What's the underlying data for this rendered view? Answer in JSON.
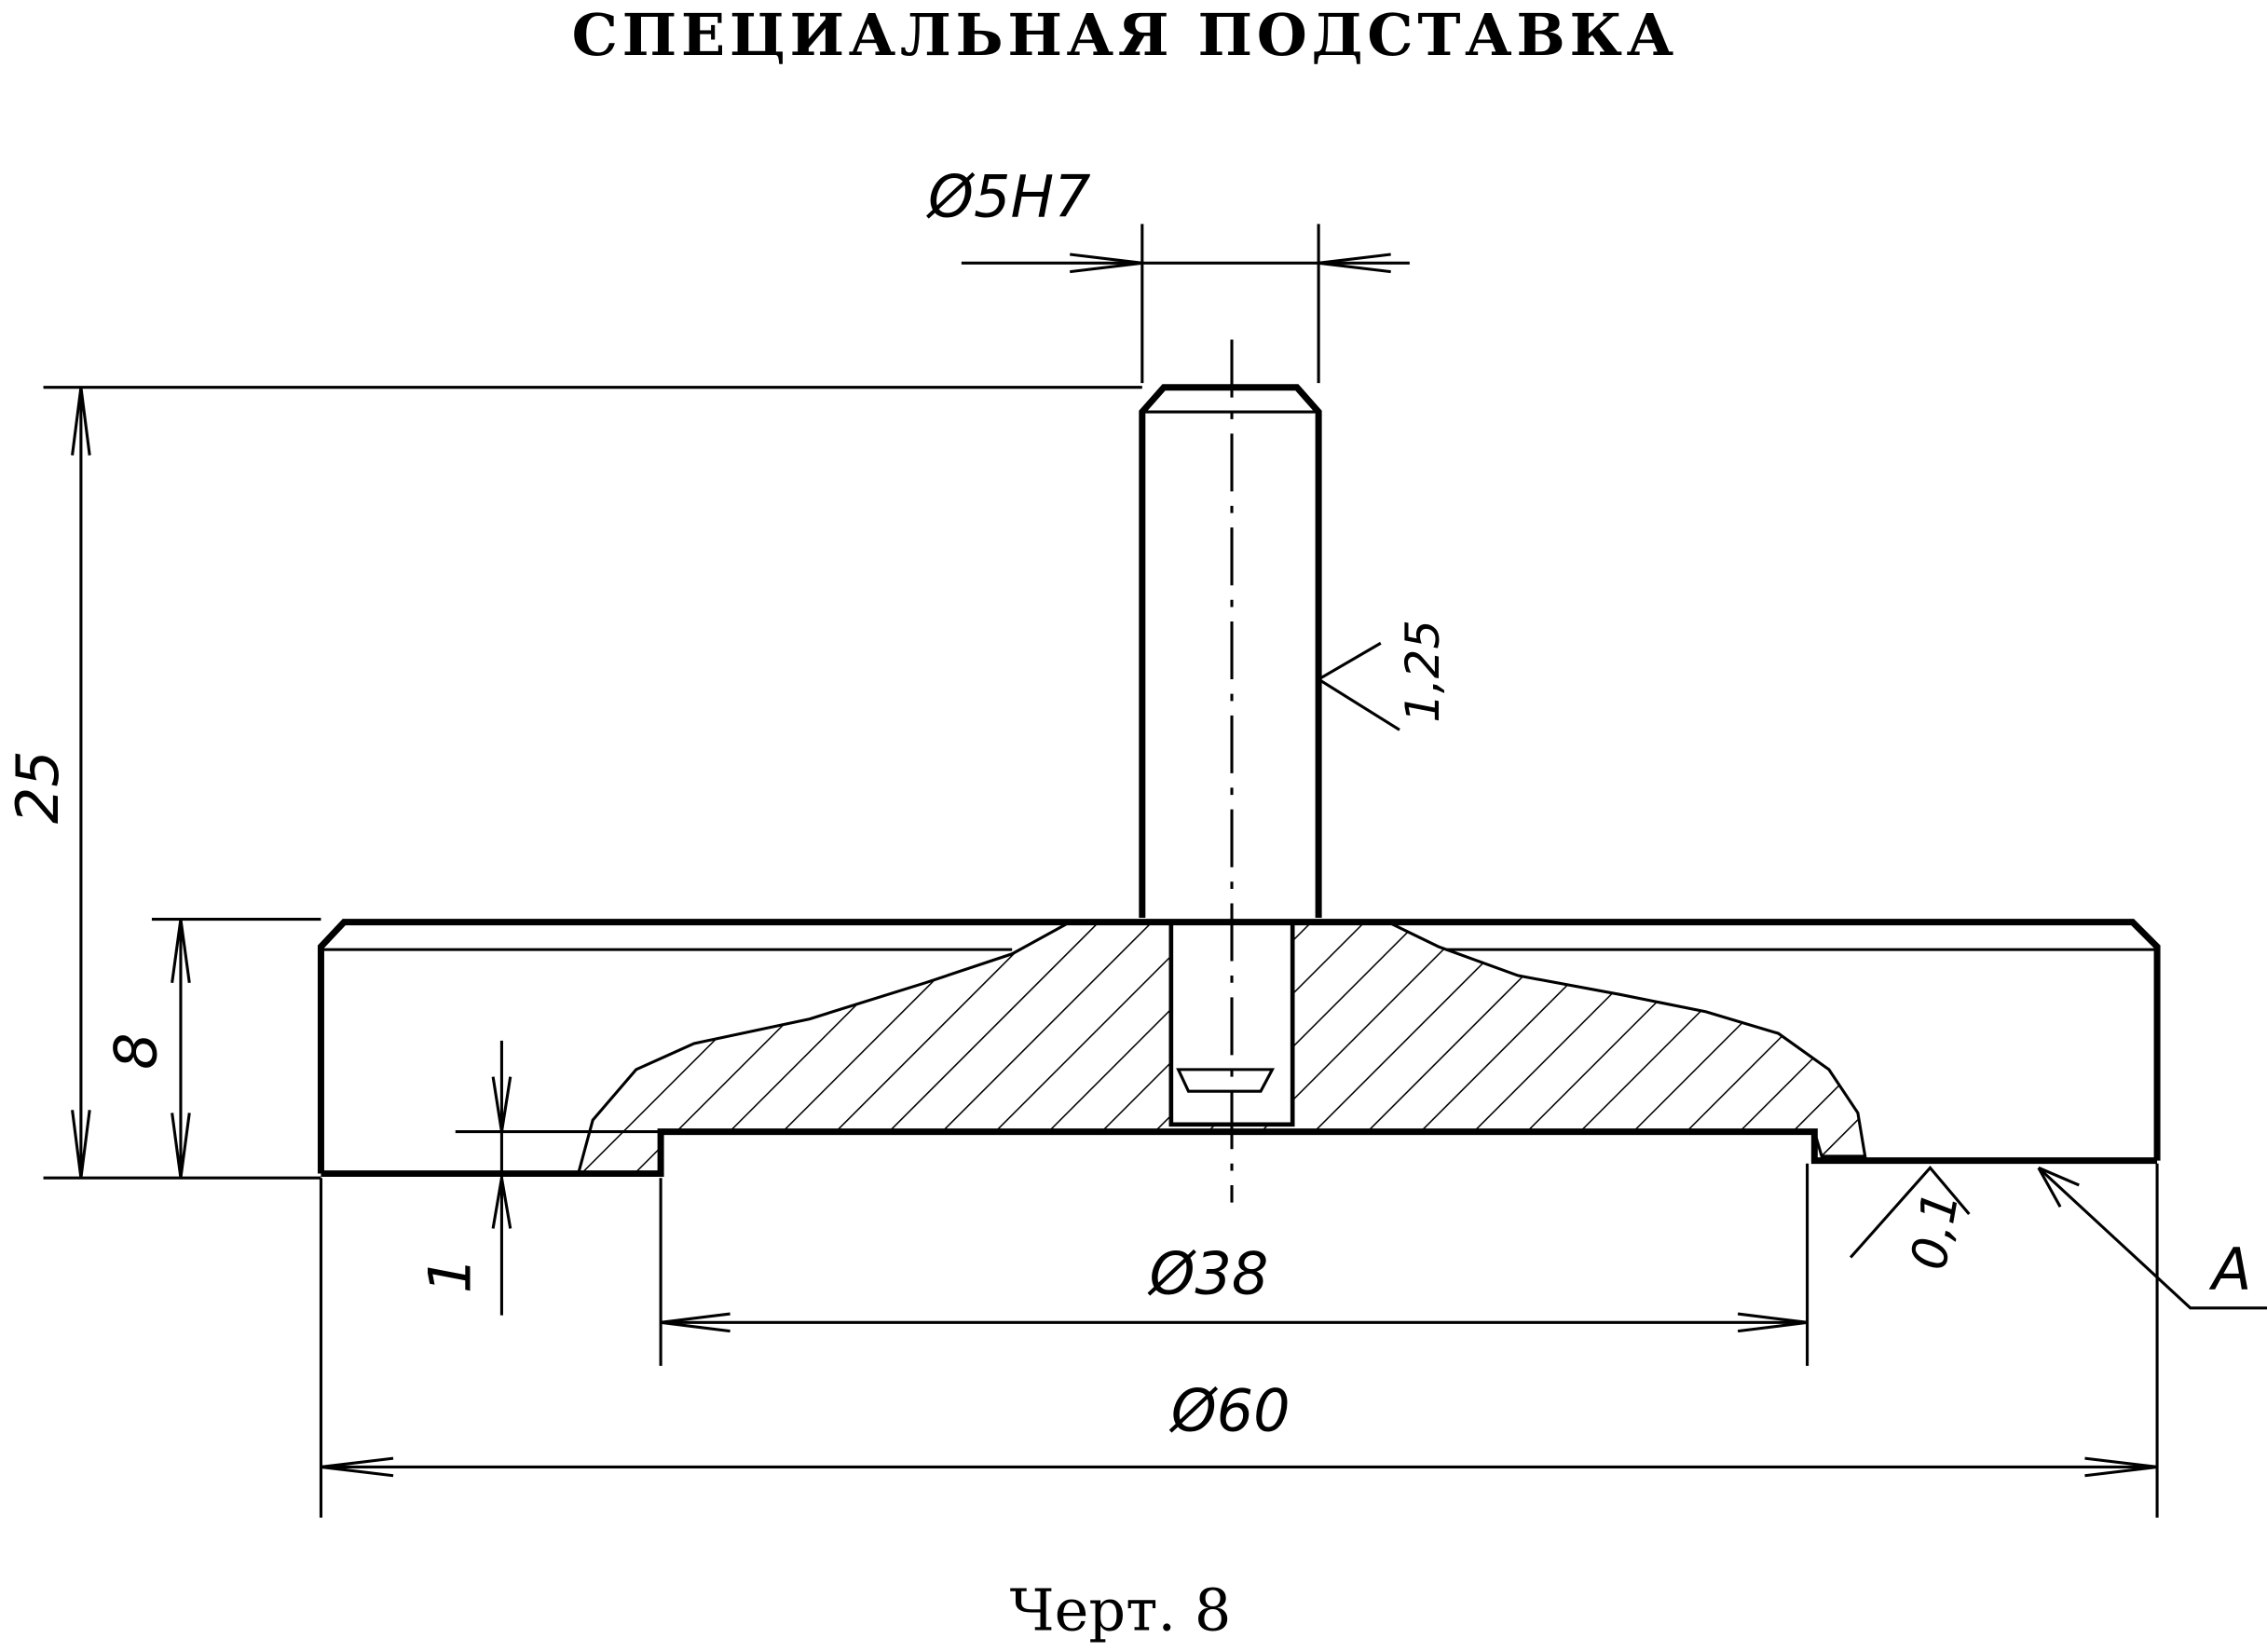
{
  "title": "СПЕЦИАЛЬНАЯ ПОДСТАВКА",
  "caption": "Черт. 8",
  "dimensions": {
    "pin_diameter": "Ø5H7",
    "total_height": "25",
    "base_height": "8",
    "recess_depth": "1",
    "recess_diameter": "Ø38",
    "base_diameter": "Ø60",
    "pin_roughness": "1,25",
    "flatness": "0,1",
    "datum": "A"
  }
}
